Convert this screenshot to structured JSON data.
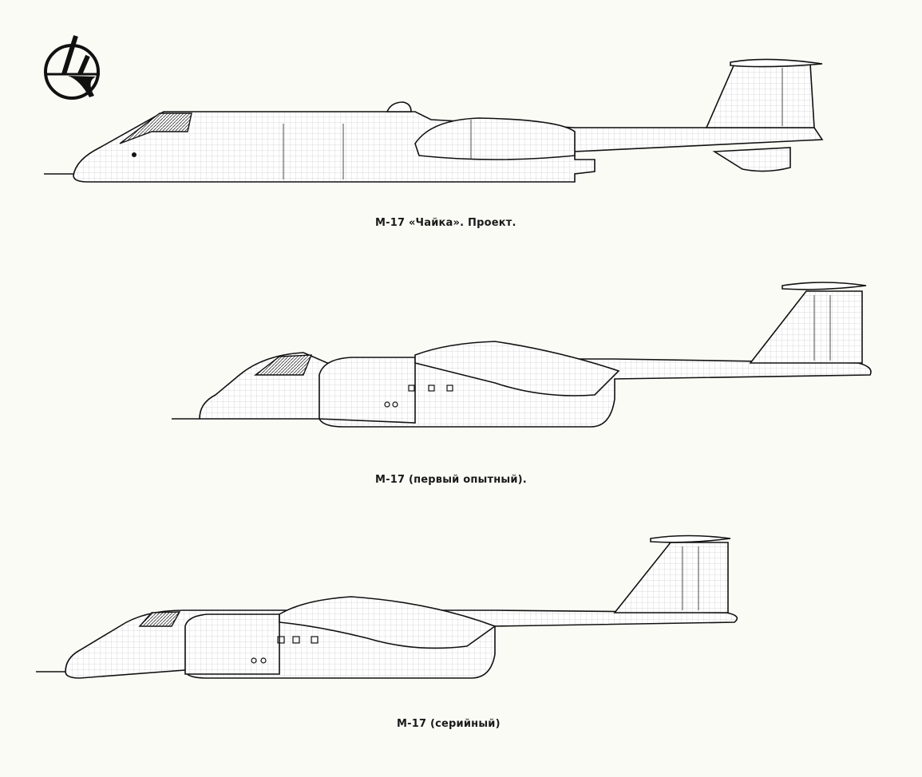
{
  "logo": {
    "name": "M-logo",
    "letter": "М"
  },
  "aircraft": [
    {
      "caption": "М-17 «Чайка». Проект."
    },
    {
      "caption": "М-17 (первый опытный)."
    },
    {
      "caption": "М-17 (серийный)"
    }
  ]
}
